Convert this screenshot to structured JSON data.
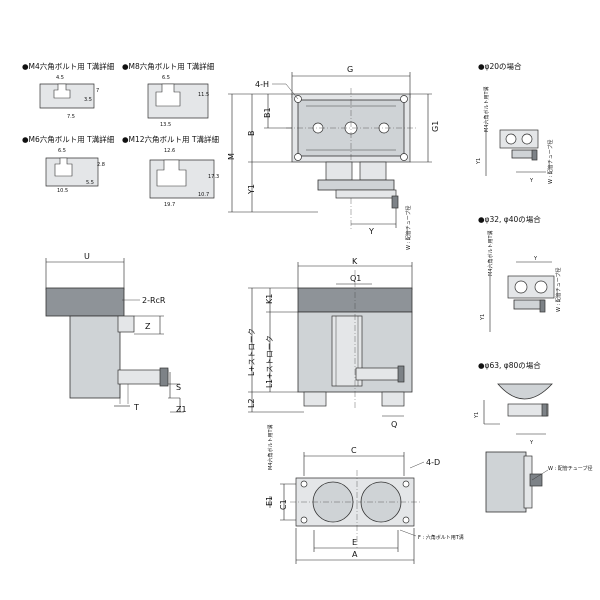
{
  "tslot_details": [
    {
      "title": "●M4六角ボルト用 T溝詳細",
      "dims": [
        "4.5",
        "7",
        "3.5",
        "7.5"
      ]
    },
    {
      "title": "●M8六角ボルト用 T溝詳細",
      "dims": [
        "6.5",
        "11.5",
        "13.5"
      ]
    },
    {
      "title": "●M6六角ボルト用 T溝詳細",
      "dims": [
        "6.5",
        "5.5",
        "2.8",
        "10.5"
      ]
    },
    {
      "title": "●M12六角ボルト用 T溝詳細",
      "dims": [
        "12.6",
        "17.3",
        "10.7",
        "19.7"
      ]
    }
  ],
  "top_view": {
    "labels": {
      "G": "G",
      "H": "4-H",
      "B": "B",
      "B1": "B1",
      "M": "M",
      "G1": "G1",
      "Y1": "Y1",
      "Y": "Y",
      "W": "W : 配管チューブ径"
    }
  },
  "side_view": {
    "labels": {
      "U": "U",
      "RcR": "2-RcR",
      "Z": "Z",
      "S": "S",
      "Z1": "Z1",
      "T": "T"
    }
  },
  "front_view": {
    "labels": {
      "K": "K",
      "Q1": "Q1",
      "K1": "K1",
      "L": "L+ストローク",
      "L1": "L1+ストローク",
      "L2": "L2",
      "Q": "Q"
    }
  },
  "bottom_view": {
    "labels": {
      "C": "C",
      "D": "4-D",
      "C1": "C1",
      "E1": "E1",
      "M4slot": "M4六角ボルト用T溝",
      "E": "E",
      "A": "A",
      "F": "F : 六角ボルト用T溝"
    }
  },
  "variants": [
    {
      "title": "●φ20の場合",
      "labels": [
        "M4六角ボルト用T溝",
        "W : 配管チューブ径",
        "Y1",
        "Y"
      ]
    },
    {
      "title": "●φ32, φ40の場合",
      "labels": [
        "M4六角ボルト用T溝",
        "W : 配管チューブ径",
        "Y1",
        "Y"
      ]
    },
    {
      "title": "●φ63, φ80の場合",
      "labels": [
        "Y1",
        "Y",
        "W : 配管チューブ径"
      ]
    }
  ]
}
